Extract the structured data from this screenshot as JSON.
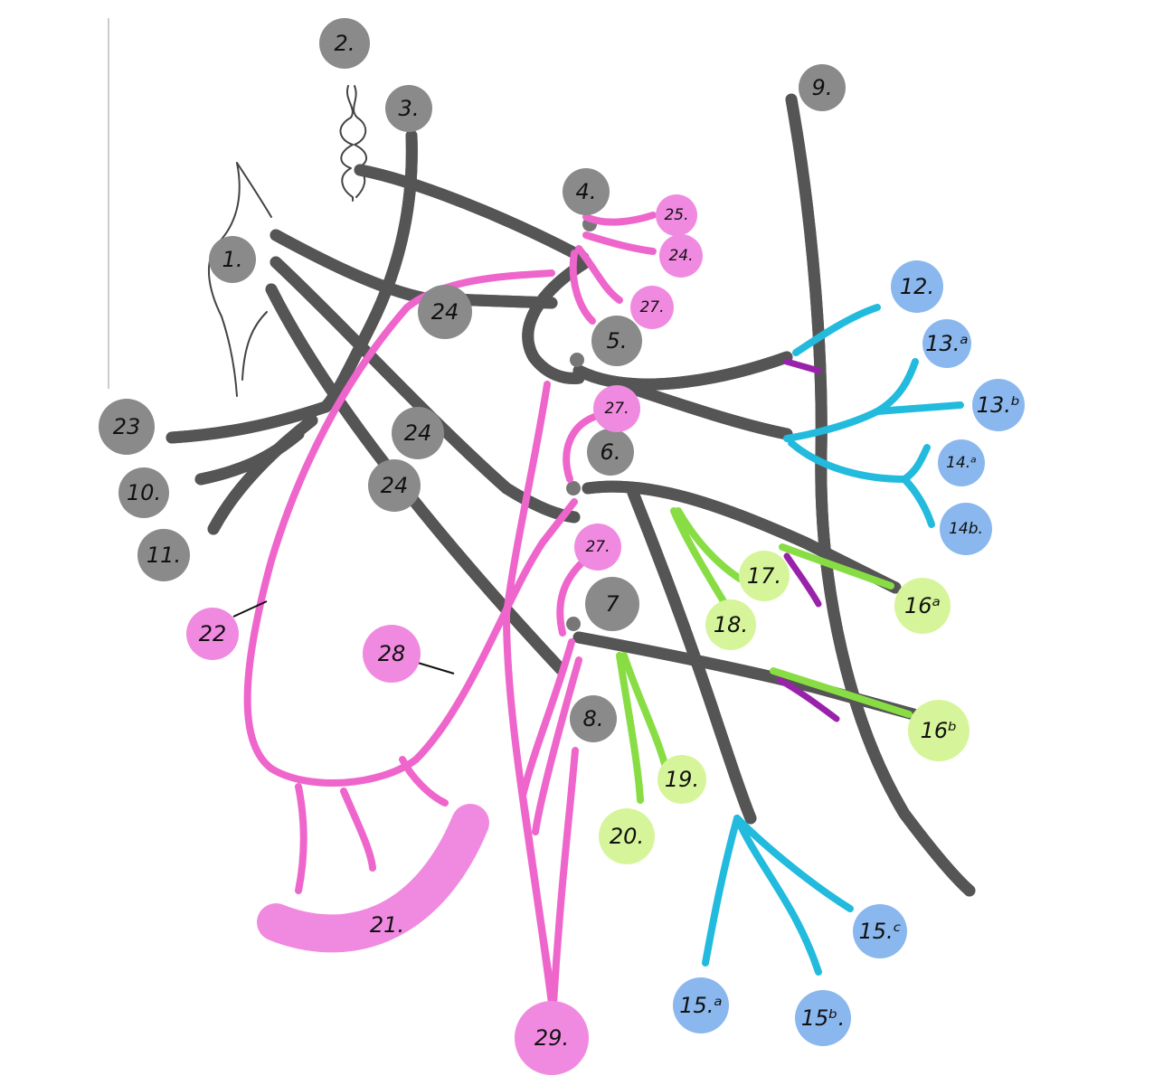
{
  "colors": {
    "gray": "#8a8a8a",
    "pink": "#f08ae0",
    "blue": "#8ab8ee",
    "green": "#d6f59a",
    "nerve_pink": "#ee66cc",
    "nerve_cyan": "#22bbdd",
    "nerve_green": "#88dd44",
    "nerve_purple": "#9922aa"
  },
  "labels": {
    "l1": "1.",
    "l2": "2.",
    "l3": "3.",
    "l4": "4.",
    "l5": "5.",
    "l6": "6.",
    "l7": "7",
    "l8": "8.",
    "l9": "9.",
    "l10": "10.",
    "l11": "11.",
    "l12": "12.",
    "l13a": "13.ᵃ",
    "l13b": "13.ᵇ",
    "l14a": "14.ᵃ",
    "l14b": "14b.",
    "l15a": "15.ᵃ",
    "l15b": "15ᵇ.",
    "l15c": "15.ᶜ",
    "l16a": "16ᵃ",
    "l16b": "16ᵇ",
    "l17": "17.",
    "l18": "18.",
    "l19": "19.",
    "l20": "20.",
    "l21": "21.",
    "l22": "22",
    "l23": "23",
    "l24a": "24",
    "l24b": "24",
    "l24c": "24",
    "l24d": "24.",
    "l25": "25.",
    "l27a": "27.",
    "l27b": "27.",
    "l27c": "27.",
    "l28": "28",
    "l29": "29."
  }
}
